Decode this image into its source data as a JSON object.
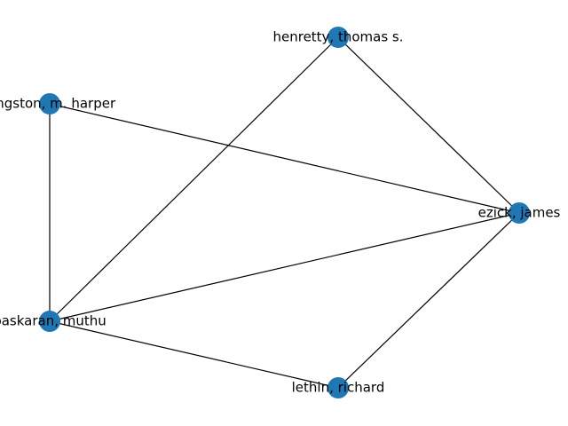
{
  "graph": {
    "node_color": "#1f77b4",
    "edge_color": "#000000",
    "label_color": "#000000",
    "nodes": [
      {
        "id": "henretty",
        "label": "henretty, thomas s."
      },
      {
        "id": "langston",
        "label": "langston, m. harper"
      },
      {
        "id": "ezick",
        "label": "ezick, james"
      },
      {
        "id": "baskaran",
        "label": "baskaran, muthu"
      },
      {
        "id": "lethin",
        "label": "lethin, richard"
      }
    ],
    "edges": [
      {
        "source": "henretty",
        "target": "ezick"
      },
      {
        "source": "henretty",
        "target": "baskaran"
      },
      {
        "source": "langston",
        "target": "ezick"
      },
      {
        "source": "langston",
        "target": "baskaran"
      },
      {
        "source": "ezick",
        "target": "baskaran"
      },
      {
        "source": "ezick",
        "target": "lethin"
      },
      {
        "source": "baskaran",
        "target": "lethin"
      }
    ]
  }
}
